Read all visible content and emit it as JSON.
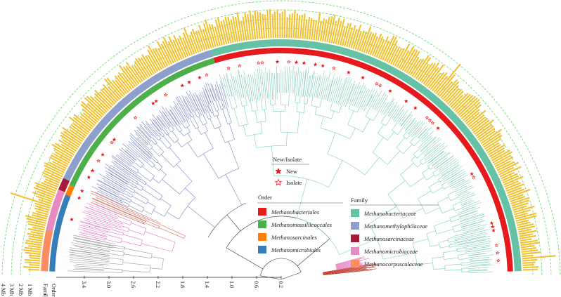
{
  "colors": {
    "bars": "#F1C232",
    "guide": "#4CD14C",
    "order_ring": {
      "Methanobacteriales": "#E41A1C",
      "Methanomassiliicoccales": "#4DAF4A",
      "Methanosarcinales": "#FF7F00",
      "Methanomicrobiales": "#377EB8"
    },
    "family_ring": {
      "Methanobacteriaceae": "#66C2A5",
      "Methanomethylophilaceae": "#8DA0CB",
      "Methanosarcinaceae": "#A51C3A",
      "Methanomicrobiaceae": "#E78AC3",
      "Methanocorpusculaceae": "#FC8D62"
    },
    "clades": {
      "bacteriales": "#7FCDBB",
      "massilii": "#7B86C4",
      "sarcinales": "#D6604D",
      "microbiales": "#E377C2",
      "corpuscul": "#999999"
    },
    "star": "#E41A1C"
  },
  "ring_labels": {
    "order": "Order",
    "family": "Family",
    "genome_ticks": [
      "1 Mb",
      "2 Mb",
      "3 Mb",
      "4 Mb"
    ]
  },
  "axis": {
    "ticks": [
      "3.4",
      "3.0",
      "2.6",
      "2.2",
      "1.8",
      "1.4",
      "1.0",
      "0.6",
      "0.2"
    ]
  },
  "legend_isolate": {
    "title": "New/Isolate",
    "items": [
      {
        "label": "New",
        "style": "filled-star"
      },
      {
        "label": "Isolate",
        "style": "open-star"
      }
    ]
  },
  "legend_order": {
    "title": "Order",
    "items": [
      {
        "label": "Methanobacteriales",
        "color": "#E41A1C"
      },
      {
        "label": "Methanomassiliicoccales",
        "color": "#4DAF4A"
      },
      {
        "label": "Methanosarcinales",
        "color": "#FF7F00"
      },
      {
        "label": "Methanomicrobiales",
        "color": "#377EB8"
      }
    ]
  },
  "legend_family": {
    "title": "Family",
    "items": [
      {
        "label": "Methanobacteriaceae",
        "color": "#66C2A5"
      },
      {
        "label": "Methanomethylophilaceae",
        "color": "#8DA0CB"
      },
      {
        "label": "Methanosarcinaceae",
        "color": "#A51C3A"
      },
      {
        "label": "Methanomicrobiaceae",
        "color": "#E78AC3"
      },
      {
        "label": "Methanocorpusculaceae",
        "color": "#FC8D62"
      }
    ]
  }
}
